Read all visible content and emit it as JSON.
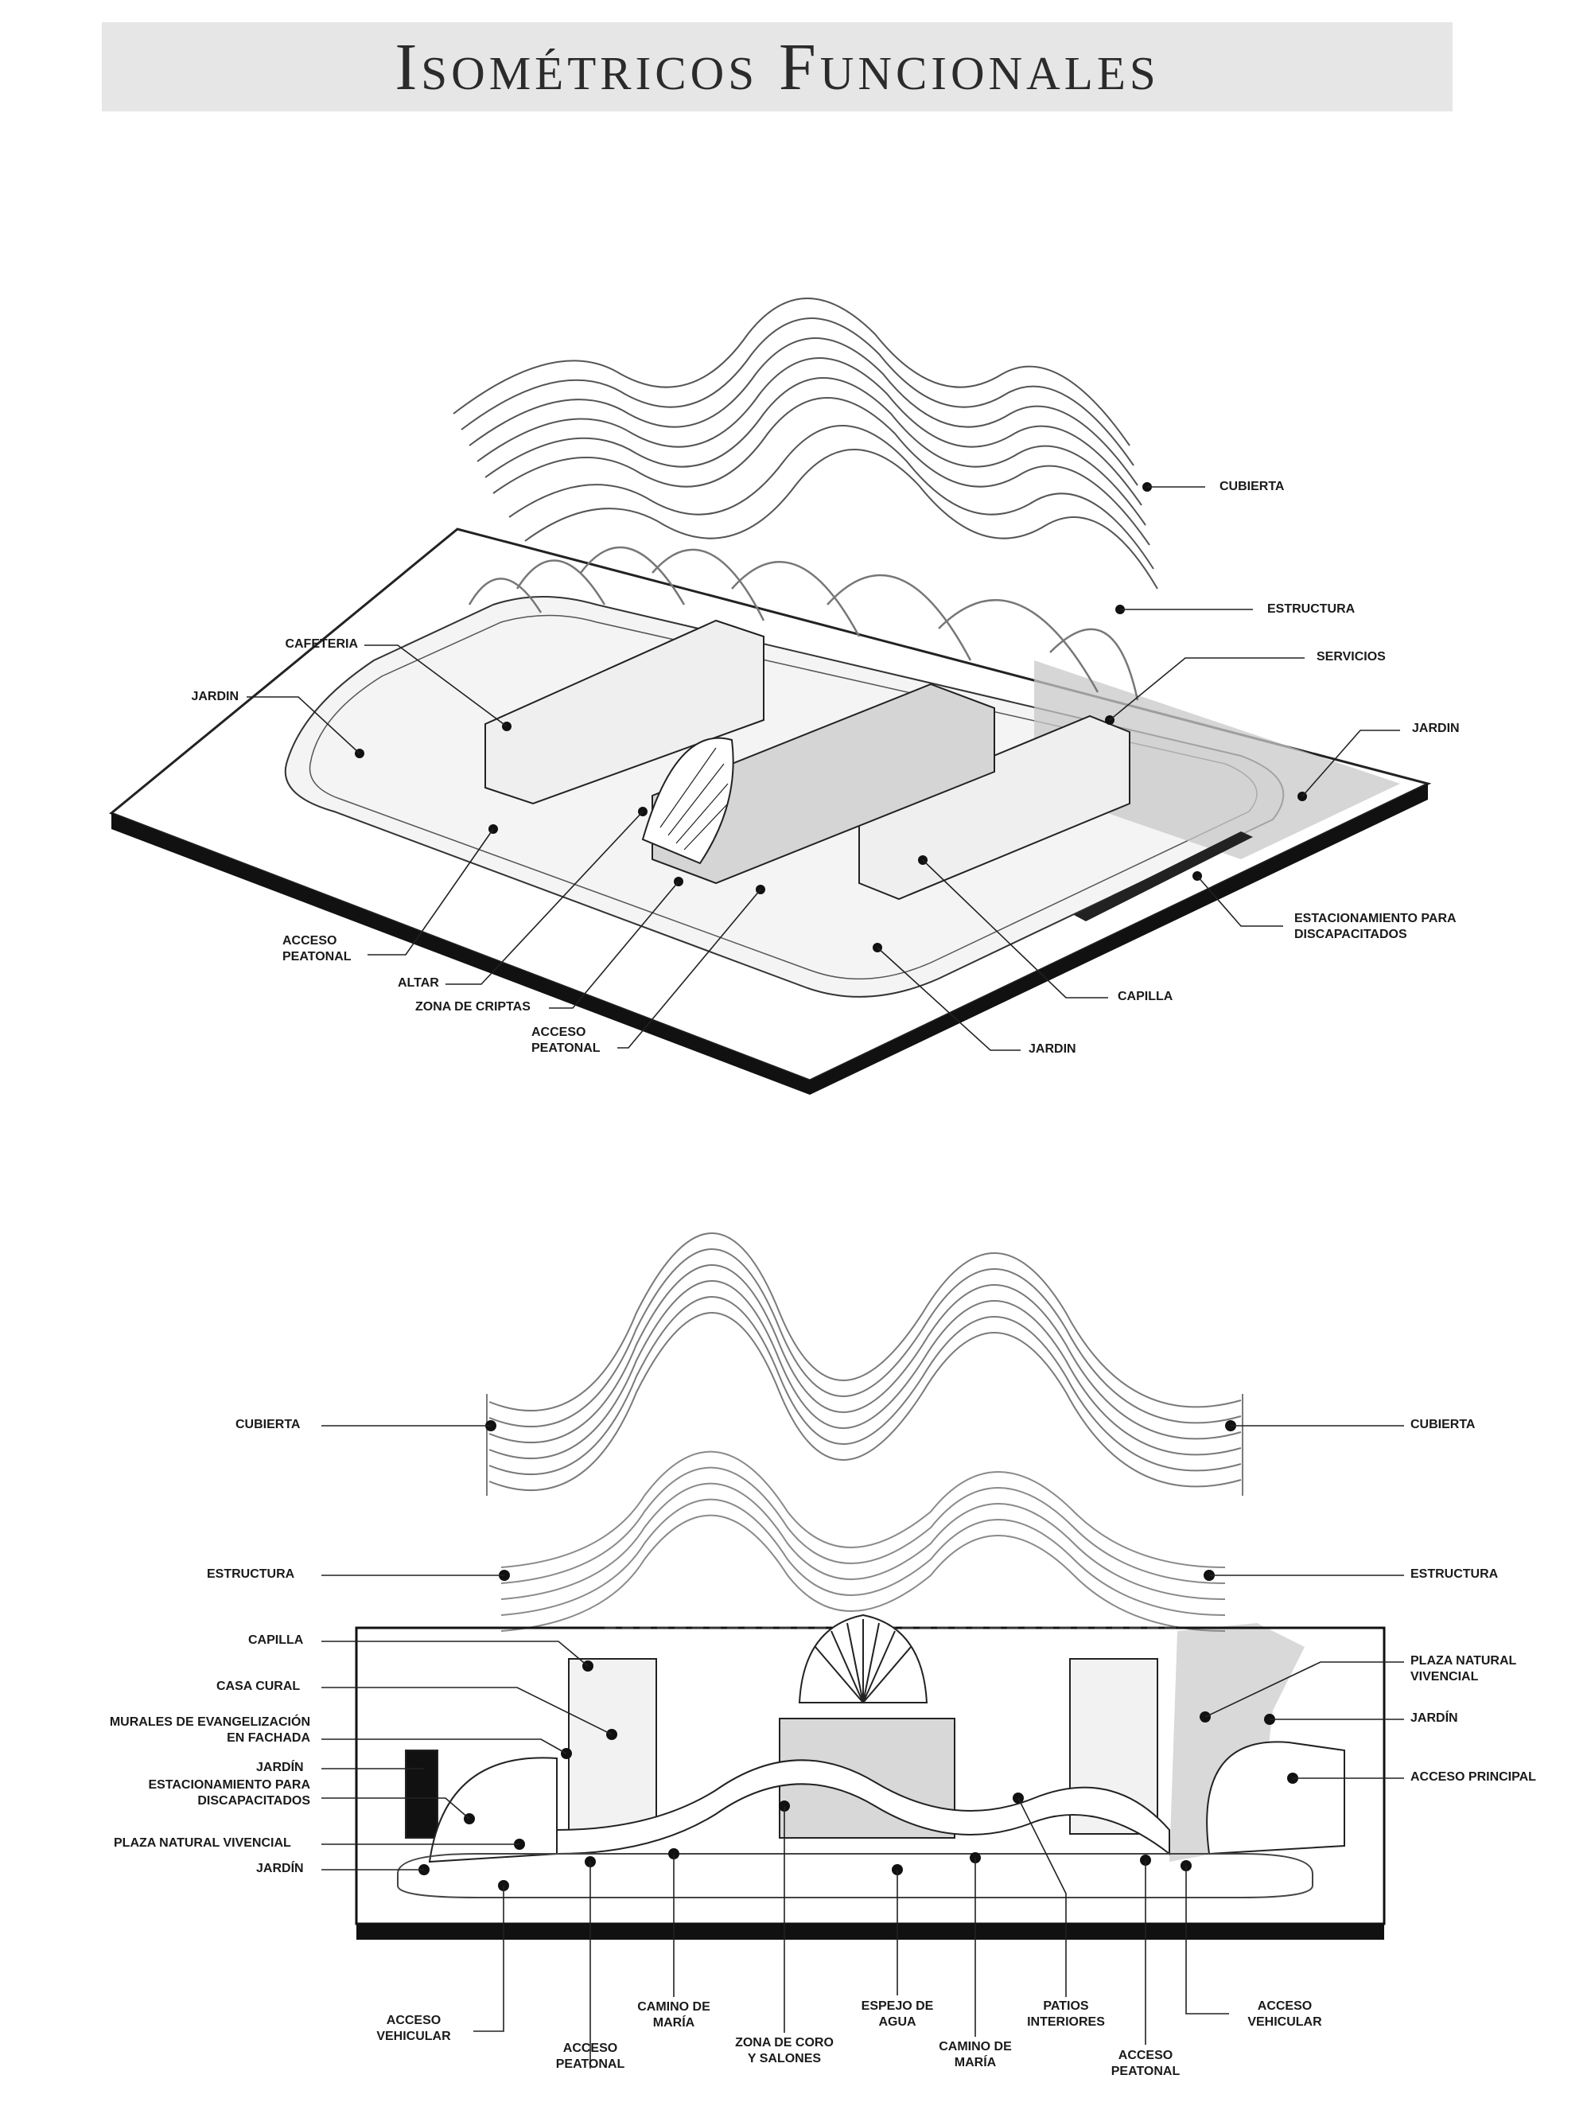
{
  "title": "Isométricos Funcionales",
  "top_labels": {
    "cubierta": "CUBIERTA",
    "estructura": "ESTRUCTURA",
    "servicios": "SERVICIOS",
    "cafeteria": "CAFETERIA",
    "jardin_left": "JARDIN",
    "jardin_right": "JARDIN",
    "estacionamiento": "ESTACIONAMIENTO PARA\nDISCAPACITADOS",
    "acceso_peatonal_1": "ACCESO\nPEATONAL",
    "altar": "ALTAR",
    "zona_criptas": "ZONA DE CRIPTAS",
    "acceso_peatonal_2": "ACCESO\nPEATONAL",
    "capilla": "CAPILLA",
    "jardin_bottom": "JARDIN"
  },
  "bottom_labels": {
    "cubierta_left": "CUBIERTA",
    "cubierta_right": "CUBIERTA",
    "estructura_left": "ESTRUCTURA",
    "estructura_right": "ESTRUCTURA",
    "capilla": "CAPILLA",
    "casa_cural": "CASA CURAL",
    "murales": "MURALES DE EVANGELIZACIÓN\nEN FACHADA",
    "jardin_1": "JARDÍN",
    "estacionamiento": "ESTACIONAMIENTO PARA\nDISCAPACITADOS",
    "plaza_left": "PLAZA NATURAL VIVENCIAL",
    "jardin_2": "JARDÍN",
    "plaza_right": "PLAZA NATURAL\nVIVENCIAL",
    "jardin_right": "JARDÍN",
    "acceso_principal": "ACCESO PRINCIPAL",
    "acceso_vehicular_left": "ACCESO\nVEHICULAR",
    "acceso_peatonal_left": "ACCESO\nPEATONAL",
    "camino_maria_1": "CAMINO DE\nMARÍA",
    "zona_coro": "ZONA DE CORO\nY SALONES",
    "espejo_agua": "ESPEJO DE\nAGUA",
    "camino_maria_2": "CAMINO DE\nMARÍA",
    "patios": "PATIOS\nINTERIORES",
    "acceso_peatonal_right": "ACCESO\nPEATONAL",
    "acceso_vehicular_right": "ACCESO\nVEHICULAR"
  }
}
